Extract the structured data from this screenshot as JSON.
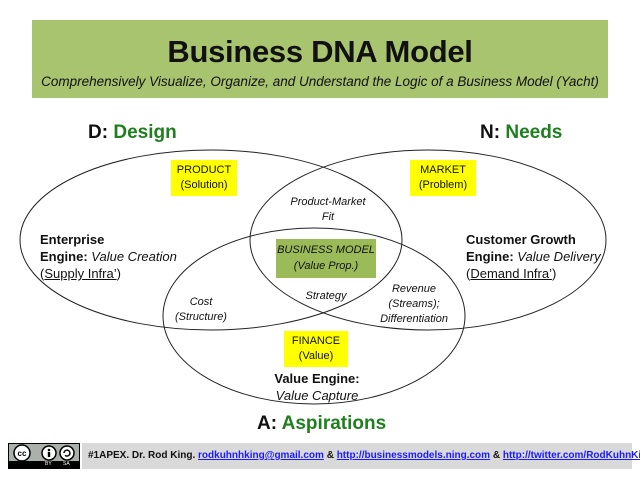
{
  "banner": {
    "title": "Business DNA Model",
    "subtitle": "Comprehensively Visualize, Organize, and Understand the Logic of a Business Model (Yacht)"
  },
  "headings": {
    "design": {
      "letter": "D:",
      "word": "Design"
    },
    "needs": {
      "letter": "N:",
      "word": "Needs"
    },
    "aspirations": {
      "letter": "A:",
      "word": "Aspirations"
    }
  },
  "badges": {
    "product": {
      "line1": "PRODUCT",
      "line2": "(Solution)"
    },
    "market": {
      "line1": "MARKET",
      "line2": "(Problem)"
    },
    "finance": {
      "line1": "FINANCE",
      "line2": "(Value)"
    },
    "business_model": {
      "line1": "BUSINESS MODEL",
      "line2": "(Value Prop.)"
    }
  },
  "engines": {
    "enterprise": {
      "line1": "Enterprise",
      "label": "Engine:",
      "value": "Value Creation",
      "infra": "Supply Infra’"
    },
    "customer": {
      "line1": "Customer Growth",
      "label": "Engine:",
      "value": "Value Delivery",
      "infra": "Demand Infra’"
    },
    "value": {
      "label": "Value Engine:",
      "value": "Value Capture"
    }
  },
  "intersections": {
    "pmf": {
      "line1": "Product-Market",
      "line2": "Fit"
    },
    "cost": {
      "line1": "Cost",
      "line2": "(Structure)"
    },
    "strategy": "Strategy",
    "revenue": {
      "line1": "Revenue",
      "line2": "(Streams);",
      "line3": "Differentiation"
    }
  },
  "footer": {
    "license_top": "cc",
    "license_by": "BY",
    "license_sa": "SA",
    "prefix": "#1APEX. Dr. Rod King.",
    "email": "rodkuhnhking@gmail.com",
    "sep": "&",
    "link1": "http://businessmodels.ning.com",
    "link2": "http://twitter.com/RodKuhnKing"
  },
  "colors": {
    "banner": "#a9c46f",
    "heading_green": "#1f7f1f",
    "badge_yellow": "#ffff00",
    "business_model_green": "#9bbb59",
    "footer_gray": "#d9d9d9",
    "link_blue": "#1a1aff"
  }
}
